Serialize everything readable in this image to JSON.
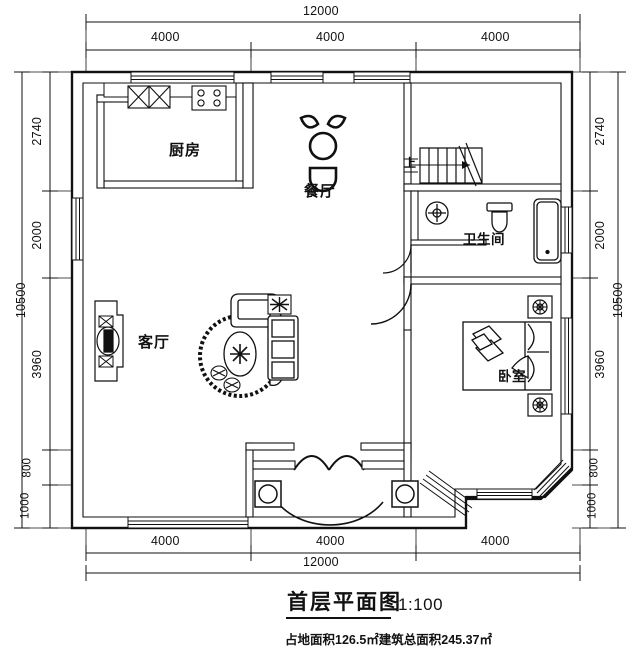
{
  "drawing": {
    "title": "首层平面图",
    "scale": "1:100",
    "subtitle": "占地面积126.5㎡建筑总面积245.37㎡"
  },
  "dimensions": {
    "top_overall": "12000",
    "top_segments": [
      "4000",
      "4000",
      "4000"
    ],
    "bottom_overall": "12000",
    "bottom_segments": [
      "4000",
      "4000",
      "4000"
    ],
    "left_overall": "10500",
    "left_segments": [
      "2740",
      "2000",
      "3960",
      "800",
      "1000"
    ],
    "right_overall": "10500",
    "right_segments": [
      "2740",
      "2000",
      "3960",
      "800",
      "1000"
    ]
  },
  "rooms": [
    {
      "id": "kitchen",
      "label": "厨房"
    },
    {
      "id": "dining",
      "label": "餐厅"
    },
    {
      "id": "living",
      "label": "客厅"
    },
    {
      "id": "bathroom",
      "label": "卫生间"
    },
    {
      "id": "bedroom",
      "label": "卧室"
    }
  ],
  "annotations": {
    "stair_up": "上"
  },
  "colors": {
    "line": "#111111",
    "wall_fill": "#ffffff",
    "background": "#ffffff"
  }
}
